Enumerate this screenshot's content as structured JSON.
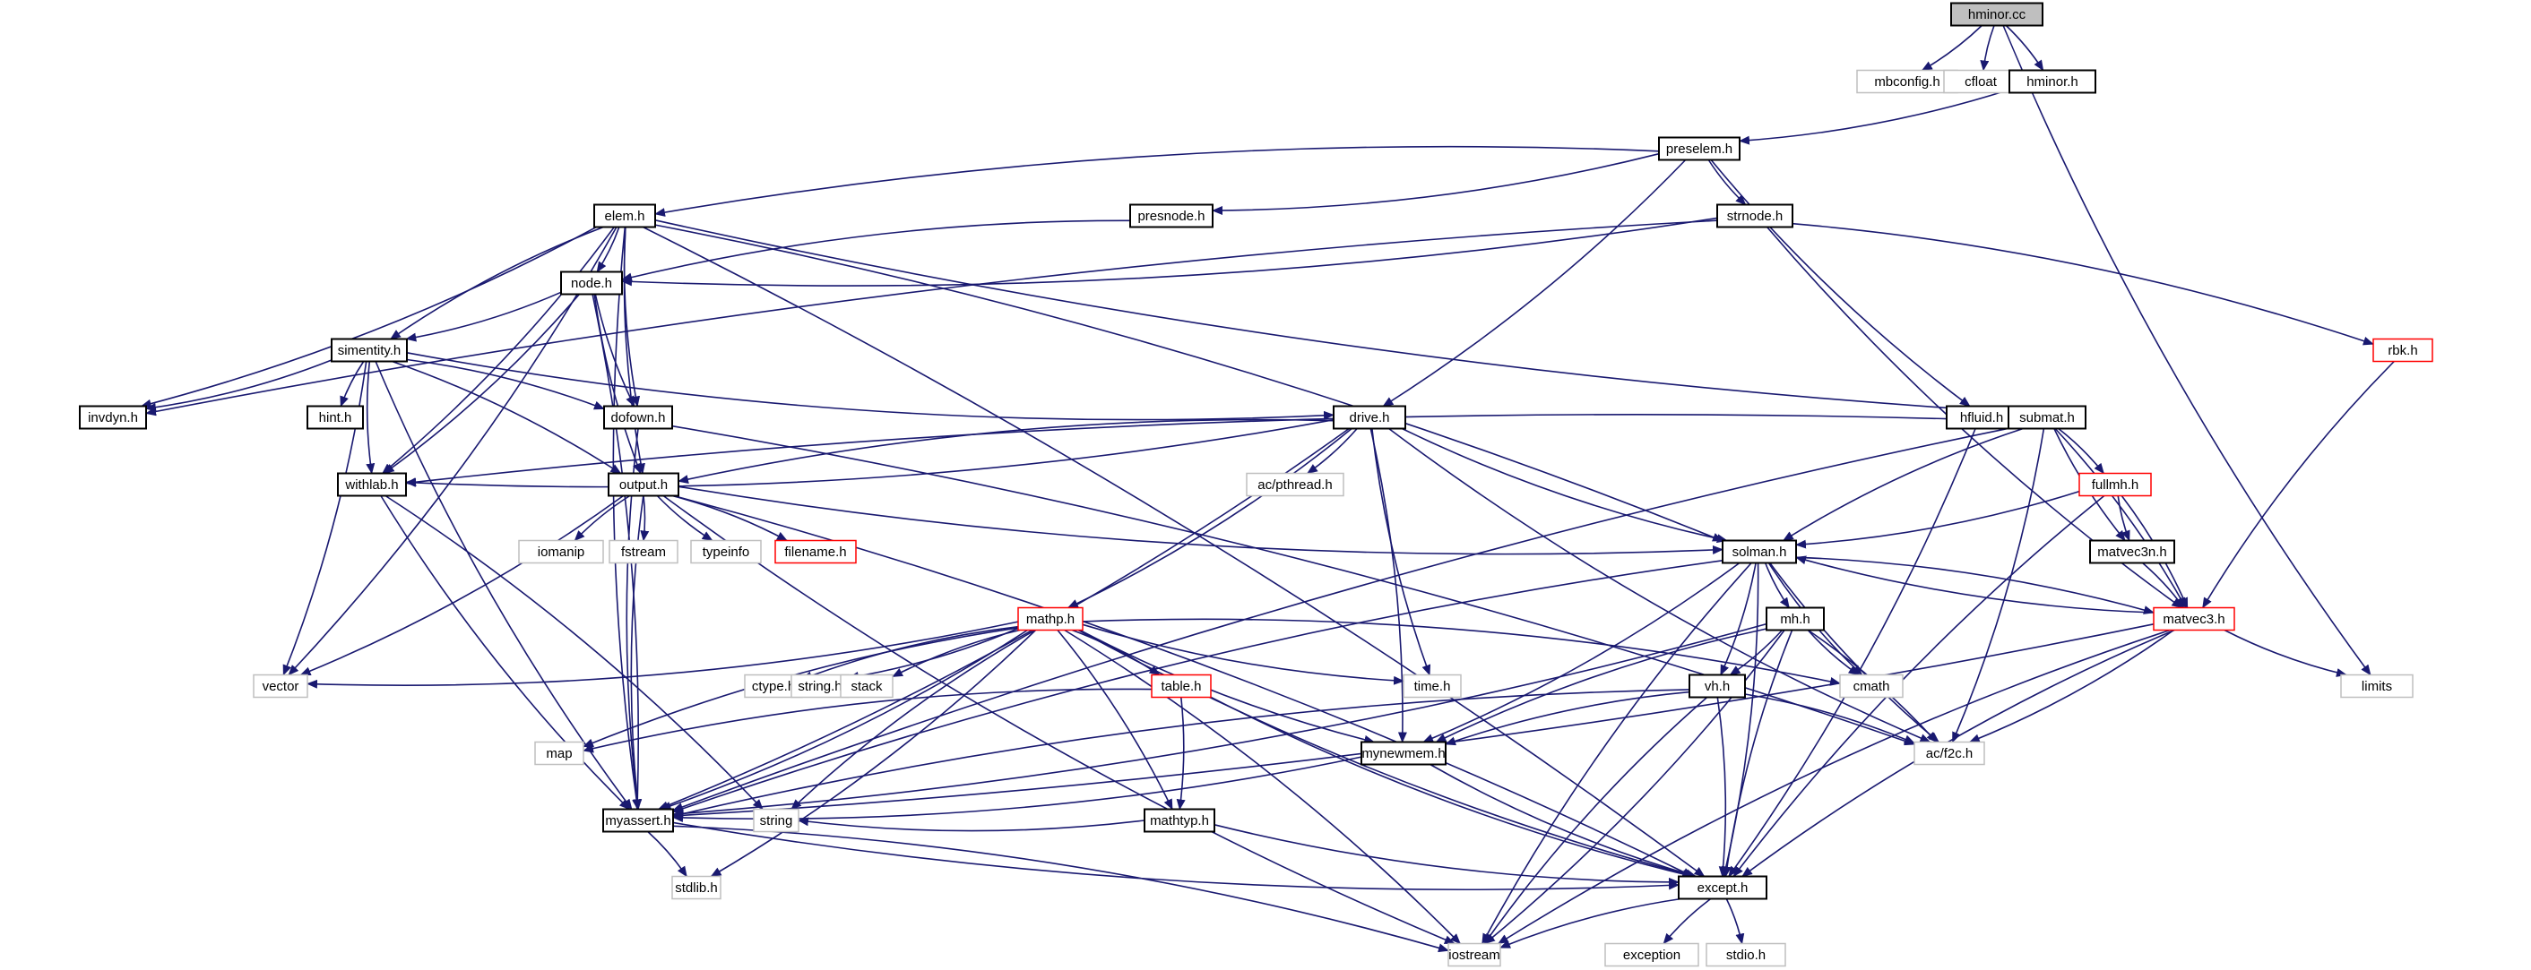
{
  "diagram": {
    "title": "hminor.cc include dependency graph",
    "colors": {
      "edge": "#191970",
      "root_fill": "#bfbfbf",
      "documented_border": "#000000",
      "external_border": "#bfbfbf",
      "truncated_border": "#ff0000"
    },
    "nodes": [
      {
        "id": "hminor_cc",
        "label": "hminor.cc",
        "kind": "root"
      },
      {
        "id": "mbconfig_h",
        "label": "mbconfig.h",
        "kind": "external"
      },
      {
        "id": "cfloat",
        "label": "cfloat",
        "kind": "external"
      },
      {
        "id": "hminor_h",
        "label": "hminor.h",
        "kind": "documented"
      },
      {
        "id": "preselem_h",
        "label": "preselem.h",
        "kind": "documented"
      },
      {
        "id": "elem_h",
        "label": "elem.h",
        "kind": "documented"
      },
      {
        "id": "presnode_h",
        "label": "presnode.h",
        "kind": "documented"
      },
      {
        "id": "strnode_h",
        "label": "strnode.h",
        "kind": "documented"
      },
      {
        "id": "node_h",
        "label": "node.h",
        "kind": "documented"
      },
      {
        "id": "rbk_h",
        "label": "rbk.h",
        "kind": "truncated"
      },
      {
        "id": "simentity_h",
        "label": "simentity.h",
        "kind": "documented"
      },
      {
        "id": "invdyn_h",
        "label": "invdyn.h",
        "kind": "documented"
      },
      {
        "id": "hint_h",
        "label": "hint.h",
        "kind": "documented"
      },
      {
        "id": "dofown_h",
        "label": "dofown.h",
        "kind": "documented"
      },
      {
        "id": "drive_h",
        "label": "drive.h",
        "kind": "documented"
      },
      {
        "id": "hfluid_h",
        "label": "hfluid.h",
        "kind": "documented"
      },
      {
        "id": "submat_h",
        "label": "submat.h",
        "kind": "documented"
      },
      {
        "id": "withlab_h",
        "label": "withlab.h",
        "kind": "documented"
      },
      {
        "id": "output_h",
        "label": "output.h",
        "kind": "documented"
      },
      {
        "id": "ac_pthread_h",
        "label": "ac/pthread.h",
        "kind": "external"
      },
      {
        "id": "fullmh_h",
        "label": "fullmh.h",
        "kind": "truncated"
      },
      {
        "id": "iomanip",
        "label": "iomanip",
        "kind": "external"
      },
      {
        "id": "fstream",
        "label": "fstream",
        "kind": "external"
      },
      {
        "id": "typeinfo",
        "label": "typeinfo",
        "kind": "external"
      },
      {
        "id": "filename_h",
        "label": "filename.h",
        "kind": "truncated"
      },
      {
        "id": "solman_h",
        "label": "solman.h",
        "kind": "documented"
      },
      {
        "id": "matvec3n_h",
        "label": "matvec3n.h",
        "kind": "documented"
      },
      {
        "id": "mathp_h",
        "label": "mathp.h",
        "kind": "truncated"
      },
      {
        "id": "mh_h",
        "label": "mh.h",
        "kind": "documented"
      },
      {
        "id": "matvec3_h",
        "label": "matvec3.h",
        "kind": "truncated"
      },
      {
        "id": "vector",
        "label": "vector",
        "kind": "external"
      },
      {
        "id": "ctype_h",
        "label": "ctype.h",
        "kind": "external"
      },
      {
        "id": "string_h",
        "label": "string.h",
        "kind": "external"
      },
      {
        "id": "stack",
        "label": "stack",
        "kind": "external"
      },
      {
        "id": "table_h",
        "label": "table.h",
        "kind": "truncated"
      },
      {
        "id": "time_h",
        "label": "time.h",
        "kind": "external"
      },
      {
        "id": "cmath",
        "label": "cmath",
        "kind": "external"
      },
      {
        "id": "limits",
        "label": "limits",
        "kind": "external"
      },
      {
        "id": "vh_h",
        "label": "vh.h",
        "kind": "documented"
      },
      {
        "id": "map",
        "label": "map",
        "kind": "external"
      },
      {
        "id": "mynewmem_h",
        "label": "mynewmem.h",
        "kind": "documented"
      },
      {
        "id": "ac_f2c_h",
        "label": "ac/f2c.h",
        "kind": "external"
      },
      {
        "id": "mathtyp_h",
        "label": "mathtyp.h",
        "kind": "documented"
      },
      {
        "id": "myassert_h",
        "label": "myassert.h",
        "kind": "documented"
      },
      {
        "id": "string",
        "label": "string",
        "kind": "external"
      },
      {
        "id": "stdlib_h",
        "label": "stdlib.h",
        "kind": "external"
      },
      {
        "id": "except_h",
        "label": "except.h",
        "kind": "documented"
      },
      {
        "id": "iostream",
        "label": "iostream",
        "kind": "external"
      },
      {
        "id": "exception",
        "label": "exception",
        "kind": "external"
      },
      {
        "id": "stdio_h",
        "label": "stdio.h",
        "kind": "external"
      }
    ],
    "edges": [
      [
        "hminor_cc",
        "mbconfig_h"
      ],
      [
        "hminor_cc",
        "cfloat"
      ],
      [
        "hminor_cc",
        "hminor_h"
      ],
      [
        "hminor_cc",
        "limits"
      ],
      [
        "hminor_h",
        "preselem_h"
      ],
      [
        "preselem_h",
        "elem_h"
      ],
      [
        "preselem_h",
        "presnode_h"
      ],
      [
        "preselem_h",
        "strnode_h"
      ],
      [
        "preselem_h",
        "drive_h"
      ],
      [
        "preselem_h",
        "hfluid_h"
      ],
      [
        "elem_h",
        "node_h"
      ],
      [
        "elem_h",
        "simentity_h"
      ],
      [
        "elem_h",
        "invdyn_h"
      ],
      [
        "elem_h",
        "dofown_h"
      ],
      [
        "elem_h",
        "withlab_h"
      ],
      [
        "elem_h",
        "output_h"
      ],
      [
        "elem_h",
        "solman_h"
      ],
      [
        "elem_h",
        "submat_h"
      ],
      [
        "elem_h",
        "vector"
      ],
      [
        "elem_h",
        "myassert_h"
      ],
      [
        "elem_h",
        "except_h"
      ],
      [
        "presnode_h",
        "node_h"
      ],
      [
        "strnode_h",
        "node_h"
      ],
      [
        "strnode_h",
        "invdyn_h"
      ],
      [
        "strnode_h",
        "rbk_h"
      ],
      [
        "strnode_h",
        "matvec3_h"
      ],
      [
        "node_h",
        "simentity_h"
      ],
      [
        "node_h",
        "dofown_h"
      ],
      [
        "node_h",
        "withlab_h"
      ],
      [
        "node_h",
        "output_h"
      ],
      [
        "node_h",
        "myassert_h"
      ],
      [
        "rbk_h",
        "matvec3_h"
      ],
      [
        "simentity_h",
        "invdyn_h"
      ],
      [
        "simentity_h",
        "hint_h"
      ],
      [
        "simentity_h",
        "dofown_h"
      ],
      [
        "simentity_h",
        "withlab_h"
      ],
      [
        "simentity_h",
        "output_h"
      ],
      [
        "simentity_h",
        "drive_h"
      ],
      [
        "simentity_h",
        "vector"
      ],
      [
        "simentity_h",
        "myassert_h"
      ],
      [
        "dofown_h",
        "ac_f2c_h"
      ],
      [
        "dofown_h",
        "myassert_h"
      ],
      [
        "drive_h",
        "withlab_h"
      ],
      [
        "drive_h",
        "output_h"
      ],
      [
        "drive_h",
        "ac_pthread_h"
      ],
      [
        "drive_h",
        "solman_h"
      ],
      [
        "drive_h",
        "mathp_h"
      ],
      [
        "drive_h",
        "time_h"
      ],
      [
        "drive_h",
        "mynewmem_h"
      ],
      [
        "drive_h",
        "ac_f2c_h"
      ],
      [
        "drive_h",
        "myassert_h"
      ],
      [
        "hfluid_h",
        "withlab_h"
      ],
      [
        "hfluid_h",
        "except_h"
      ],
      [
        "submat_h",
        "solman_h"
      ],
      [
        "submat_h",
        "fullmh_h"
      ],
      [
        "submat_h",
        "matvec3n_h"
      ],
      [
        "submat_h",
        "matvec3_h"
      ],
      [
        "submat_h",
        "myassert_h"
      ],
      [
        "submat_h",
        "ac_f2c_h"
      ],
      [
        "withlab_h",
        "myassert_h"
      ],
      [
        "withlab_h",
        "string"
      ],
      [
        "output_h",
        "iomanip"
      ],
      [
        "output_h",
        "fstream"
      ],
      [
        "output_h",
        "typeinfo"
      ],
      [
        "output_h",
        "filename_h"
      ],
      [
        "output_h",
        "solman_h"
      ],
      [
        "output_h",
        "vector"
      ],
      [
        "output_h",
        "myassert_h"
      ],
      [
        "output_h",
        "except_h"
      ],
      [
        "output_h",
        "iostream"
      ],
      [
        "fullmh_h",
        "solman_h"
      ],
      [
        "fullmh_h",
        "matvec3n_h"
      ],
      [
        "fullmh_h",
        "matvec3_h"
      ],
      [
        "fullmh_h",
        "except_h"
      ],
      [
        "matvec3n_h",
        "matvec3_h"
      ],
      [
        "solman_h",
        "mh_h"
      ],
      [
        "solman_h",
        "vh_h"
      ],
      [
        "solman_h",
        "cmath"
      ],
      [
        "solman_h",
        "matvec3_h"
      ],
      [
        "solman_h",
        "ac_f2c_h"
      ],
      [
        "solman_h",
        "mynewmem_h"
      ],
      [
        "solman_h",
        "myassert_h"
      ],
      [
        "solman_h",
        "except_h"
      ],
      [
        "solman_h",
        "iostream"
      ],
      [
        "matvec3_h",
        "solman_h"
      ],
      [
        "matvec3_h",
        "limits"
      ],
      [
        "matvec3_h",
        "ac_f2c_h"
      ],
      [
        "matvec3_h",
        "except_h"
      ],
      [
        "matvec3_h",
        "myassert_h"
      ],
      [
        "matvec3_h",
        "iostream"
      ],
      [
        "mathp_h",
        "vector"
      ],
      [
        "mathp_h",
        "ctype_h"
      ],
      [
        "mathp_h",
        "string_h"
      ],
      [
        "mathp_h",
        "stack"
      ],
      [
        "mathp_h",
        "table_h"
      ],
      [
        "mathp_h",
        "time_h"
      ],
      [
        "mathp_h",
        "cmath"
      ],
      [
        "mathp_h",
        "map"
      ],
      [
        "mathp_h",
        "mathtyp_h"
      ],
      [
        "mathp_h",
        "mynewmem_h"
      ],
      [
        "mathp_h",
        "myassert_h"
      ],
      [
        "mathp_h",
        "string"
      ],
      [
        "mathp_h",
        "stdlib_h"
      ],
      [
        "mathp_h",
        "except_h"
      ],
      [
        "mathp_h",
        "iostream"
      ],
      [
        "table_h",
        "map"
      ],
      [
        "table_h",
        "mathtyp_h"
      ],
      [
        "table_h",
        "except_h"
      ],
      [
        "mh_h",
        "vh_h"
      ],
      [
        "mh_h",
        "cmath"
      ],
      [
        "mh_h",
        "ac_f2c_h"
      ],
      [
        "mh_h",
        "mynewmem_h"
      ],
      [
        "mh_h",
        "myassert_h"
      ],
      [
        "mh_h",
        "except_h"
      ],
      [
        "mh_h",
        "iostream"
      ],
      [
        "vh_h",
        "mynewmem_h"
      ],
      [
        "vh_h",
        "ac_f2c_h"
      ],
      [
        "vh_h",
        "myassert_h"
      ],
      [
        "vh_h",
        "except_h"
      ],
      [
        "vh_h",
        "iostream"
      ],
      [
        "mynewmem_h",
        "myassert_h"
      ],
      [
        "mynewmem_h",
        "except_h"
      ],
      [
        "mathtyp_h",
        "string"
      ],
      [
        "mathtyp_h",
        "except_h"
      ],
      [
        "myassert_h",
        "stdlib_h"
      ],
      [
        "myassert_h",
        "except_h"
      ],
      [
        "myassert_h",
        "iostream"
      ],
      [
        "except_h",
        "exception"
      ],
      [
        "except_h",
        "stdio_h"
      ],
      [
        "except_h",
        "iostream"
      ]
    ]
  }
}
